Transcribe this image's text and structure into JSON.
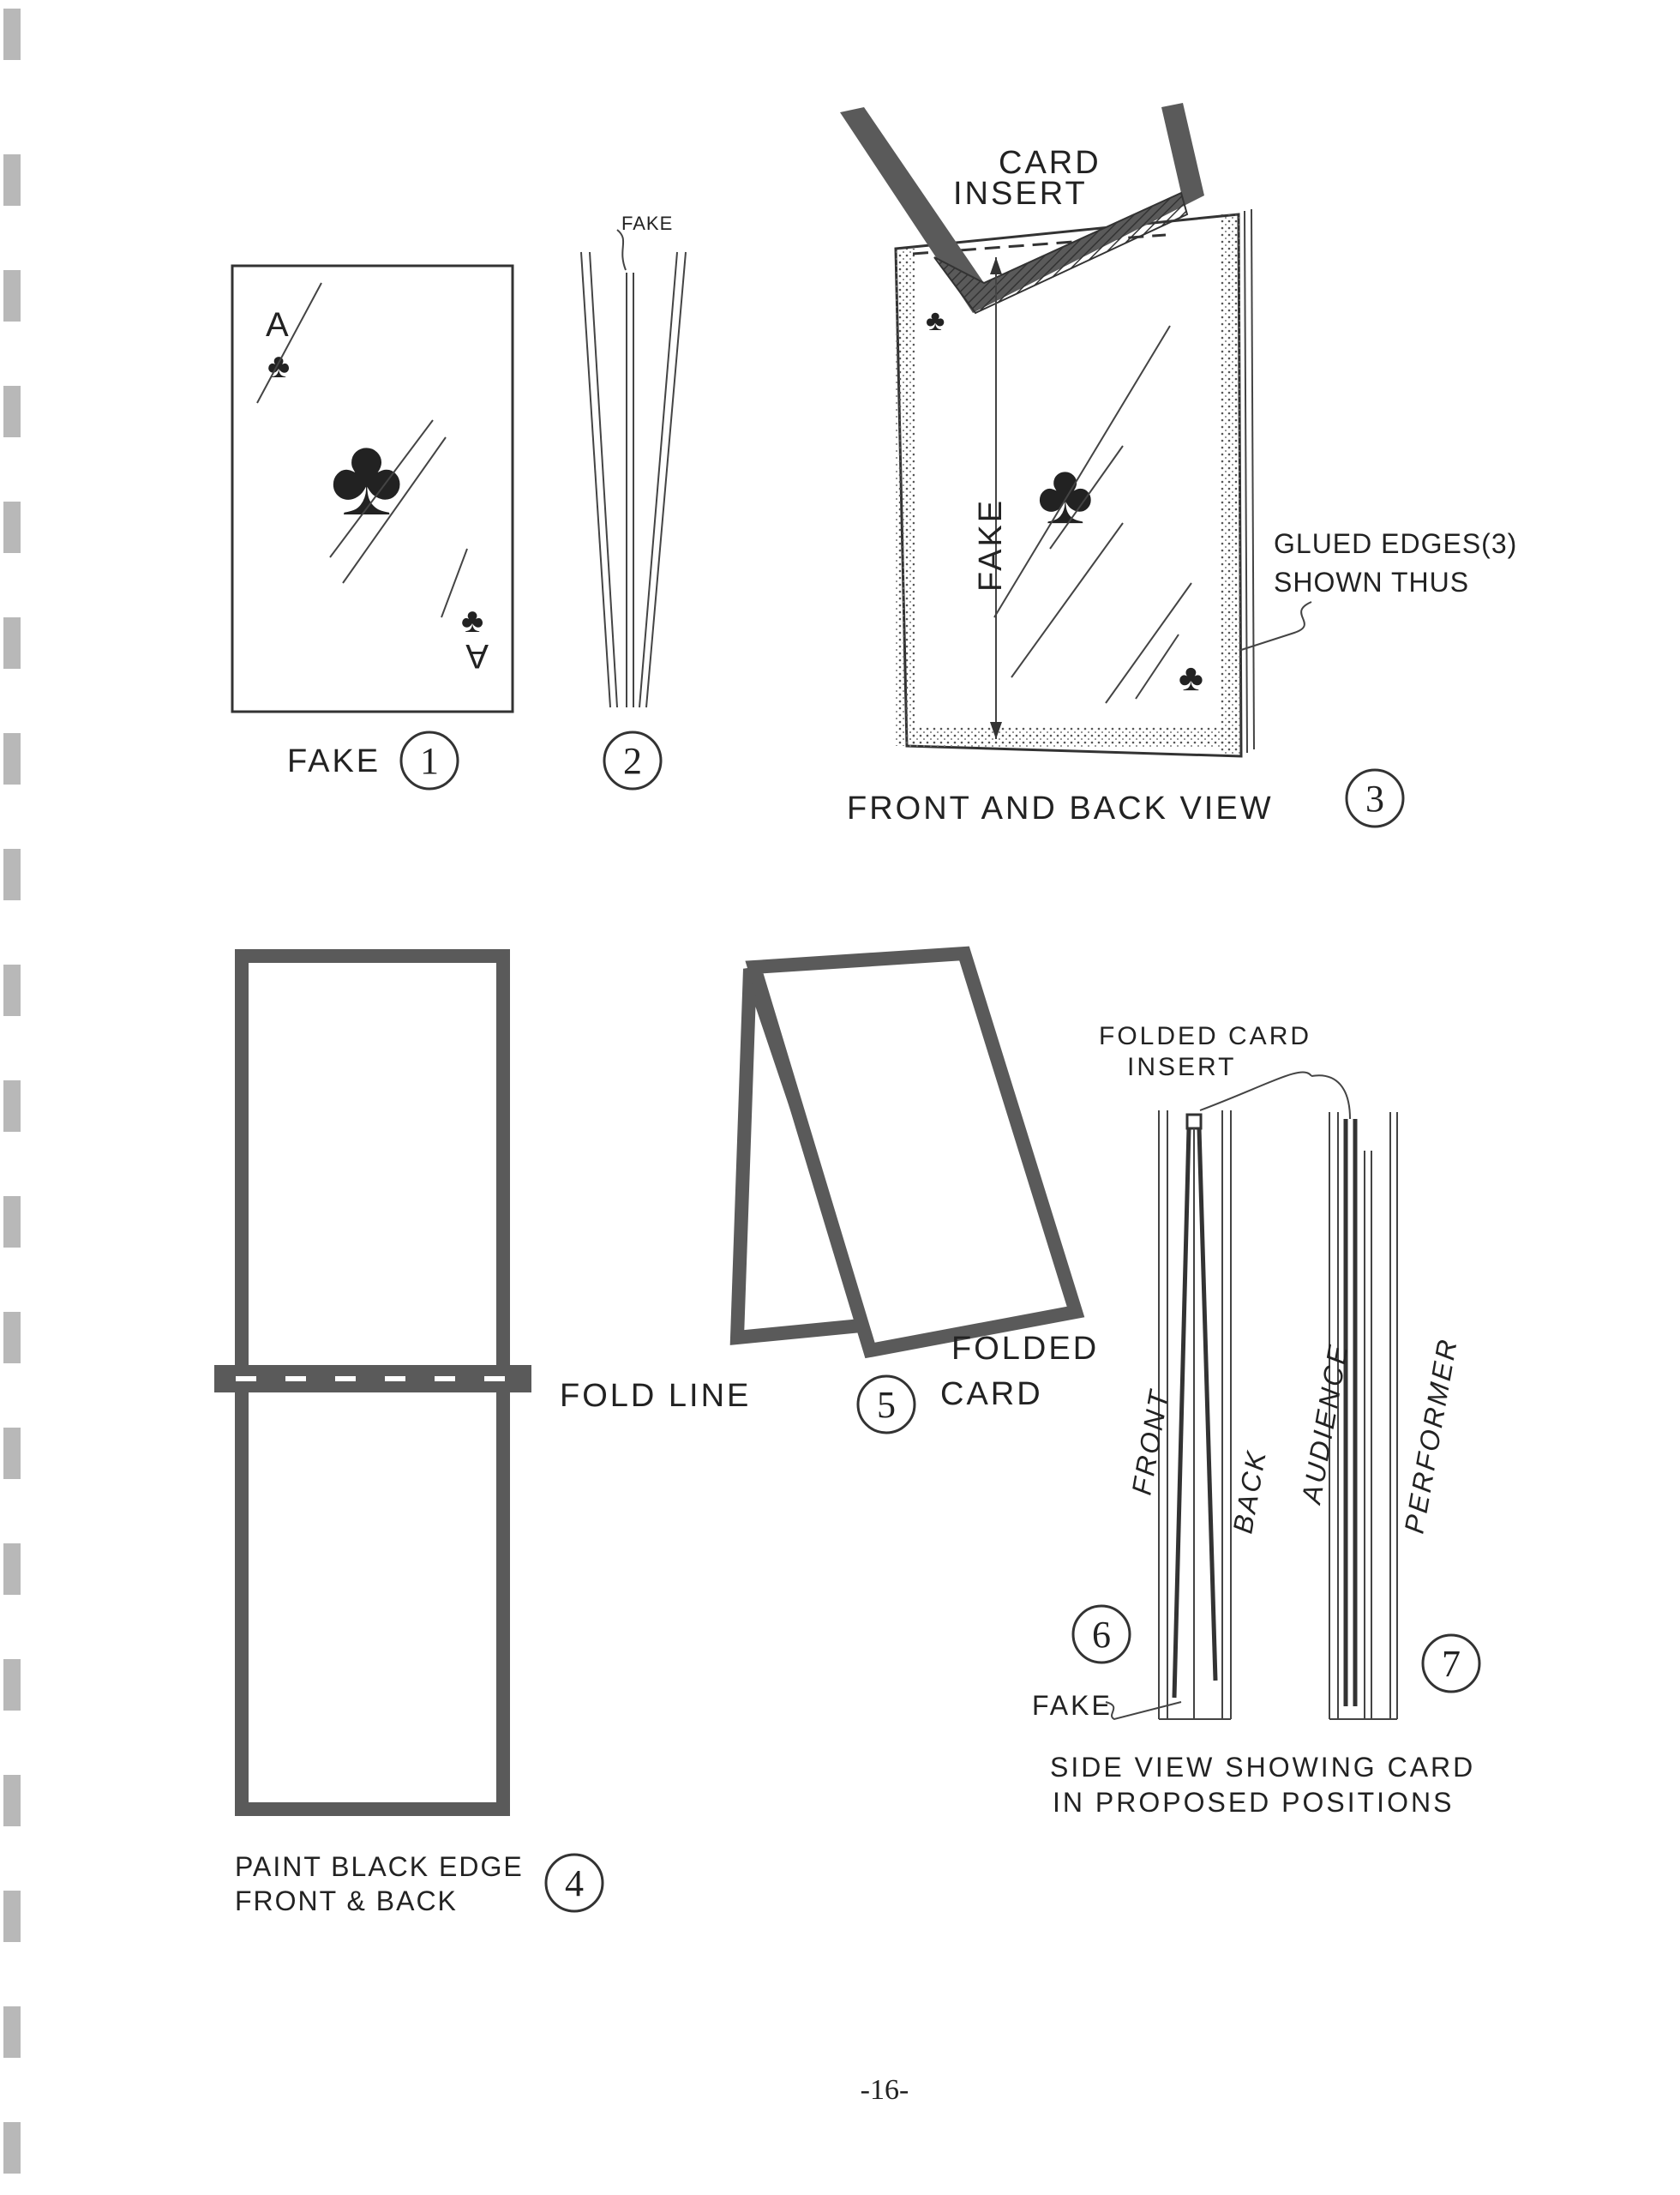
{
  "figures": {
    "fig1": {
      "label": "FAKE",
      "number": "1",
      "card_rank": "A",
      "suit": "♣"
    },
    "fig2": {
      "label": "FAKE",
      "number": "2"
    },
    "fig3": {
      "insert_label_1": "CARD",
      "insert_label_2": "INSERT",
      "fake_label": "FAKE",
      "glued_1": "GLUED EDGES(3)",
      "glued_2": "SHOWN THUS",
      "caption": "FRONT AND BACK VIEW",
      "number": "3"
    },
    "fig4": {
      "fold_label": "FOLD LINE",
      "caption_1": "PAINT BLACK EDGE",
      "caption_2": "FRONT & BACK",
      "number": "4"
    },
    "fig5": {
      "caption_1": "FOLDED",
      "caption_2": "CARD",
      "number": "5"
    },
    "fig6": {
      "insert_1": "FOLDED CARD",
      "insert_2": "INSERT",
      "front": "FRONT",
      "back": "BACK",
      "fake": "FAKE",
      "number": "6"
    },
    "fig7": {
      "audience": "AUDIENCE",
      "performer": "PERFORMER",
      "number": "7"
    },
    "side_caption_1": "SIDE VIEW SHOWING CARD",
    "side_caption_2": "IN PROPOSED POSITIONS"
  },
  "page_number": "-16-"
}
